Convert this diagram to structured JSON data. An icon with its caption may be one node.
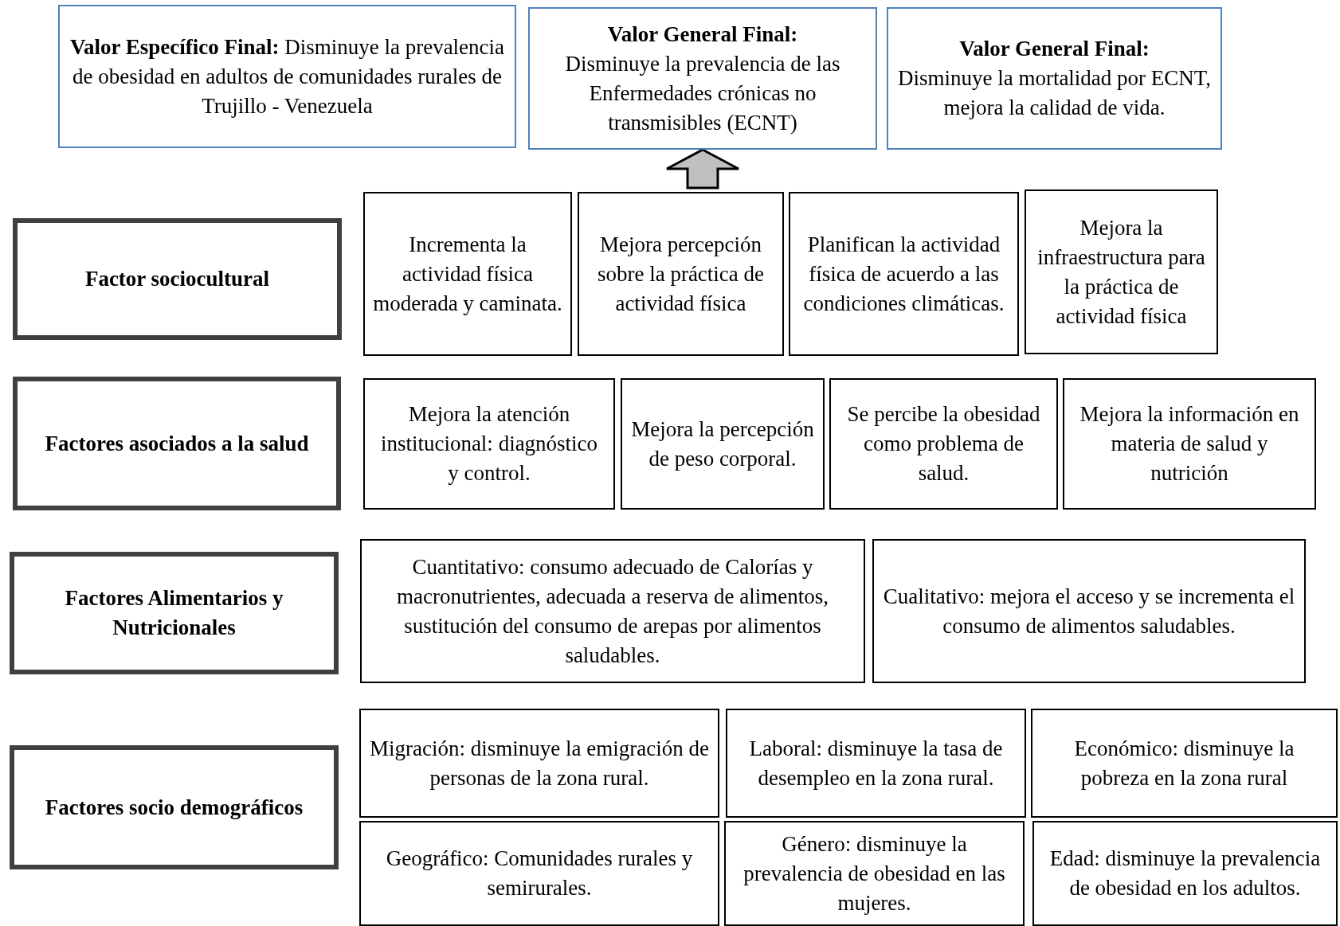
{
  "diagram": {
    "nodes": [
      {
        "text": [
          "**Valor Específico Final:** Disminuye la prevalencia de obesidad en adultos de comunidades rurales de Trujillo - Venezuela"
        ]
      },
      {
        "text": [
          "Valor General Final:",
          "Disminuye la prevalencia de las Enfermedades crónicas no transmisibles (ECNT)"
        ]
      },
      {
        "text": [
          "Valor General Final:",
          "Disminuye la mortalidad por ECNT, mejora la calidad de vida."
        ]
      },
      {
        "text": [
          "Factor sociocultural"
        ]
      },
      {
        "text": [
          "Incrementa la actividad física moderada y caminata."
        ]
      },
      {
        "text": [
          "Mejora percepción sobre la práctica de actividad física"
        ]
      },
      {
        "text": [
          "Planifican la actividad física de acuerdo a las condiciones climáticas."
        ]
      },
      {
        "text": [
          "Mejora la infraestructura para la práctica de actividad física"
        ]
      },
      {
        "text": [
          "Factores asociados a la salud"
        ]
      },
      {
        "text": [
          "Mejora la atención institucional: diagnóstico y control."
        ]
      },
      {
        "text": [
          "Mejora la percepción de peso corporal."
        ]
      },
      {
        "text": [
          "Se percibe la obesidad como problema de salud."
        ]
      },
      {
        "text": [
          "Mejora la información en materia de salud y nutrición"
        ]
      },
      {
        "text": [
          "Factores Alimentarios y Nutricionales"
        ]
      },
      {
        "text": [
          "Cuantitativo: consumo adecuado de Calorías y macronutrientes, adecuada a reserva de alimentos, sustitución del consumo de arepas por alimentos saludables."
        ]
      },
      {
        "text": [
          "Cualitativo: mejora el acceso y se incrementa el consumo de alimentos saludables."
        ]
      },
      {
        "text": [
          "Factores socio demográficos"
        ]
      },
      {
        "text": [
          "Migración: disminuye la emigración de personas de la zona rural."
        ]
      },
      {
        "text": [
          "Laboral: disminuye la tasa de desempleo en la zona rural."
        ]
      },
      {
        "text": [
          "Económico: disminuye la pobreza en la zona rural"
        ]
      },
      {
        "text": [
          "Geográfico: Comunidades rurales y semirurales."
        ]
      },
      {
        "text": [
          "Género: disminuye la prevalencia de obesidad en las mujeres."
        ]
      },
      {
        "text": [
          "Edad: disminuye la prevalencia de obesidad en los adultos."
        ]
      }
    ],
    "edges": [
      {
        "from": null,
        "to": 1,
        "arrow": "to"
      }
    ]
  }
}
